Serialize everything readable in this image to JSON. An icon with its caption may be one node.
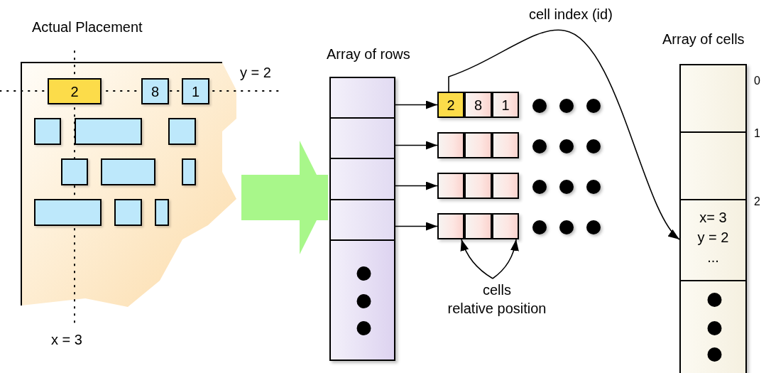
{
  "diagram": {
    "nodes": [
      {
        "text": [
          "Actual Placement"
        ]
      },
      {
        "text": [
          "2"
        ],
        "in": 0
      },
      {
        "text": [
          "8"
        ],
        "in": 0
      },
      {
        "text": [
          "1"
        ],
        "in": 0
      },
      {
        "text": [],
        "shape": "box",
        "in": 0
      },
      {
        "text": [],
        "shape": "box",
        "in": 0
      },
      {
        "text": [],
        "shape": "box",
        "in": 0
      },
      {
        "text": [],
        "shape": "box",
        "in": 0
      },
      {
        "text": [],
        "shape": "box",
        "in": 0
      },
      {
        "text": [],
        "shape": "box",
        "in": 0
      },
      {
        "text": [],
        "shape": "box",
        "in": 0
      },
      {
        "text": [],
        "shape": "box",
        "in": 0
      },
      {
        "text": [],
        "shape": "box",
        "in": 0
      },
      {
        "text": [
          "Array of rows"
        ]
      },
      {
        "text": [],
        "shape": "box",
        "in": 13
      },
      {
        "text": [],
        "shape": "box",
        "in": 13
      },
      {
        "text": [],
        "shape": "box",
        "in": 13
      },
      {
        "text": [],
        "shape": "box",
        "in": 13
      },
      {
        "text": [],
        "shape": "box",
        "in": 13
      },
      {
        "text": [],
        "shape": "box"
      },
      {
        "text": [
          "2"
        ],
        "in": 19
      },
      {
        "text": [
          "8"
        ],
        "in": 19
      },
      {
        "text": [
          "1"
        ],
        "in": 19
      },
      {
        "text": [],
        "shape": "box"
      },
      {
        "text": [],
        "shape": "box",
        "in": 23
      },
      {
        "text": [],
        "shape": "box",
        "in": 23
      },
      {
        "text": [],
        "shape": "box",
        "in": 23
      },
      {
        "text": [],
        "shape": "box"
      },
      {
        "text": [],
        "shape": "box",
        "in": 27
      },
      {
        "text": [],
        "shape": "box",
        "in": 27
      },
      {
        "text": [],
        "shape": "box",
        "in": 27
      },
      {
        "text": [],
        "shape": "box"
      },
      {
        "text": [],
        "shape": "box",
        "in": 31
      },
      {
        "text": [],
        "shape": "box",
        "in": 31
      },
      {
        "text": [],
        "shape": "box",
        "in": 31
      },
      {
        "text": [
          "Array of cells"
        ]
      },
      {
        "text": [],
        "shape": "box",
        "in": 35,
        "beside": [
          "0"
        ]
      },
      {
        "text": [],
        "shape": "box",
        "in": 35,
        "beside": [
          "1"
        ]
      },
      {
        "text": [
          "x= 3",
          "y = 2",
          "..."
        ],
        "in": 35,
        "beside": [
          "2"
        ]
      },
      {
        "text": [],
        "shape": "box",
        "in": 35
      },
      {
        "text": [
          "cells",
          "relative position"
        ]
      }
    ],
    "edges": [
      {
        "from": 0,
        "to": 13,
        "arrow": "to",
        "style": "thick",
        "color": "#a8f78a"
      },
      {
        "from": 14,
        "to": 19,
        "arrow": "to"
      },
      {
        "from": 15,
        "to": 23,
        "arrow": "to"
      },
      {
        "from": 16,
        "to": 27,
        "arrow": "to"
      },
      {
        "from": 17,
        "to": 31,
        "arrow": "to"
      },
      {
        "from": 20,
        "to": 38,
        "arrow": "to",
        "label": "cell index (id)"
      },
      {
        "from": 40,
        "to": 32,
        "arrow": "to"
      },
      {
        "from": 40,
        "to": 34,
        "arrow": "to"
      }
    ],
    "labels": [
      "y = 2",
      "x = 3"
    ]
  }
}
